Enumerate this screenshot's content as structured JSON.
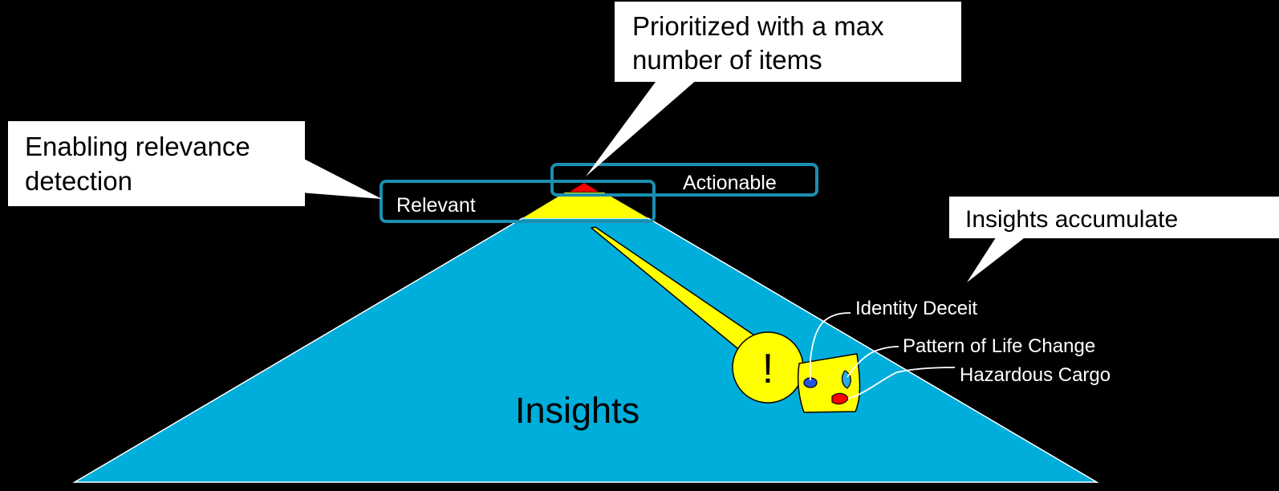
{
  "callouts": {
    "prioritized_line1": "Prioritized with a max",
    "prioritized_line2": "number of items",
    "relevance_line1": "Enabling relevance",
    "relevance_line2": "detection",
    "accumulate": "Insights accumulate"
  },
  "labels": {
    "actionable": "Actionable",
    "relevant": "Relevant",
    "insights": "Insights",
    "exclamation": "!",
    "identity_deceit": "Identity Deceit",
    "pattern_of_life": "Pattern of Life Change",
    "hazardous_cargo": "Hazardous Cargo"
  },
  "colors": {
    "background": "#000000",
    "pyramid": "#00AEDB",
    "relevant_tier": "#FFFF00",
    "actionable_tier": "#FF0000",
    "highlight_box": "#1B8FB0",
    "callout_fill": "#FFFFFF",
    "insight_blob": "#FFFF00",
    "eye_left": "#2255DD",
    "eye_right": "#29ABE2",
    "mouth": "#FF0000"
  }
}
